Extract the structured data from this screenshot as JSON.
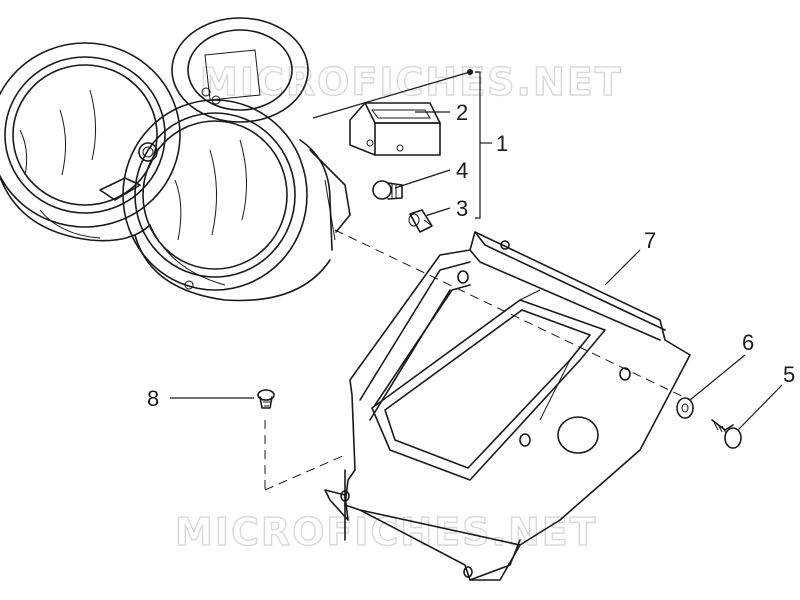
{
  "watermark": {
    "text": "MICROFICHES.NET"
  },
  "callouts": [
    {
      "id": "1",
      "label": "1"
    },
    {
      "id": "2",
      "label": "2"
    },
    {
      "id": "3",
      "label": "3"
    },
    {
      "id": "4",
      "label": "4"
    },
    {
      "id": "5",
      "label": "5"
    },
    {
      "id": "6",
      "label": "6"
    },
    {
      "id": "7",
      "label": "7"
    },
    {
      "id": "8",
      "label": "8"
    }
  ]
}
